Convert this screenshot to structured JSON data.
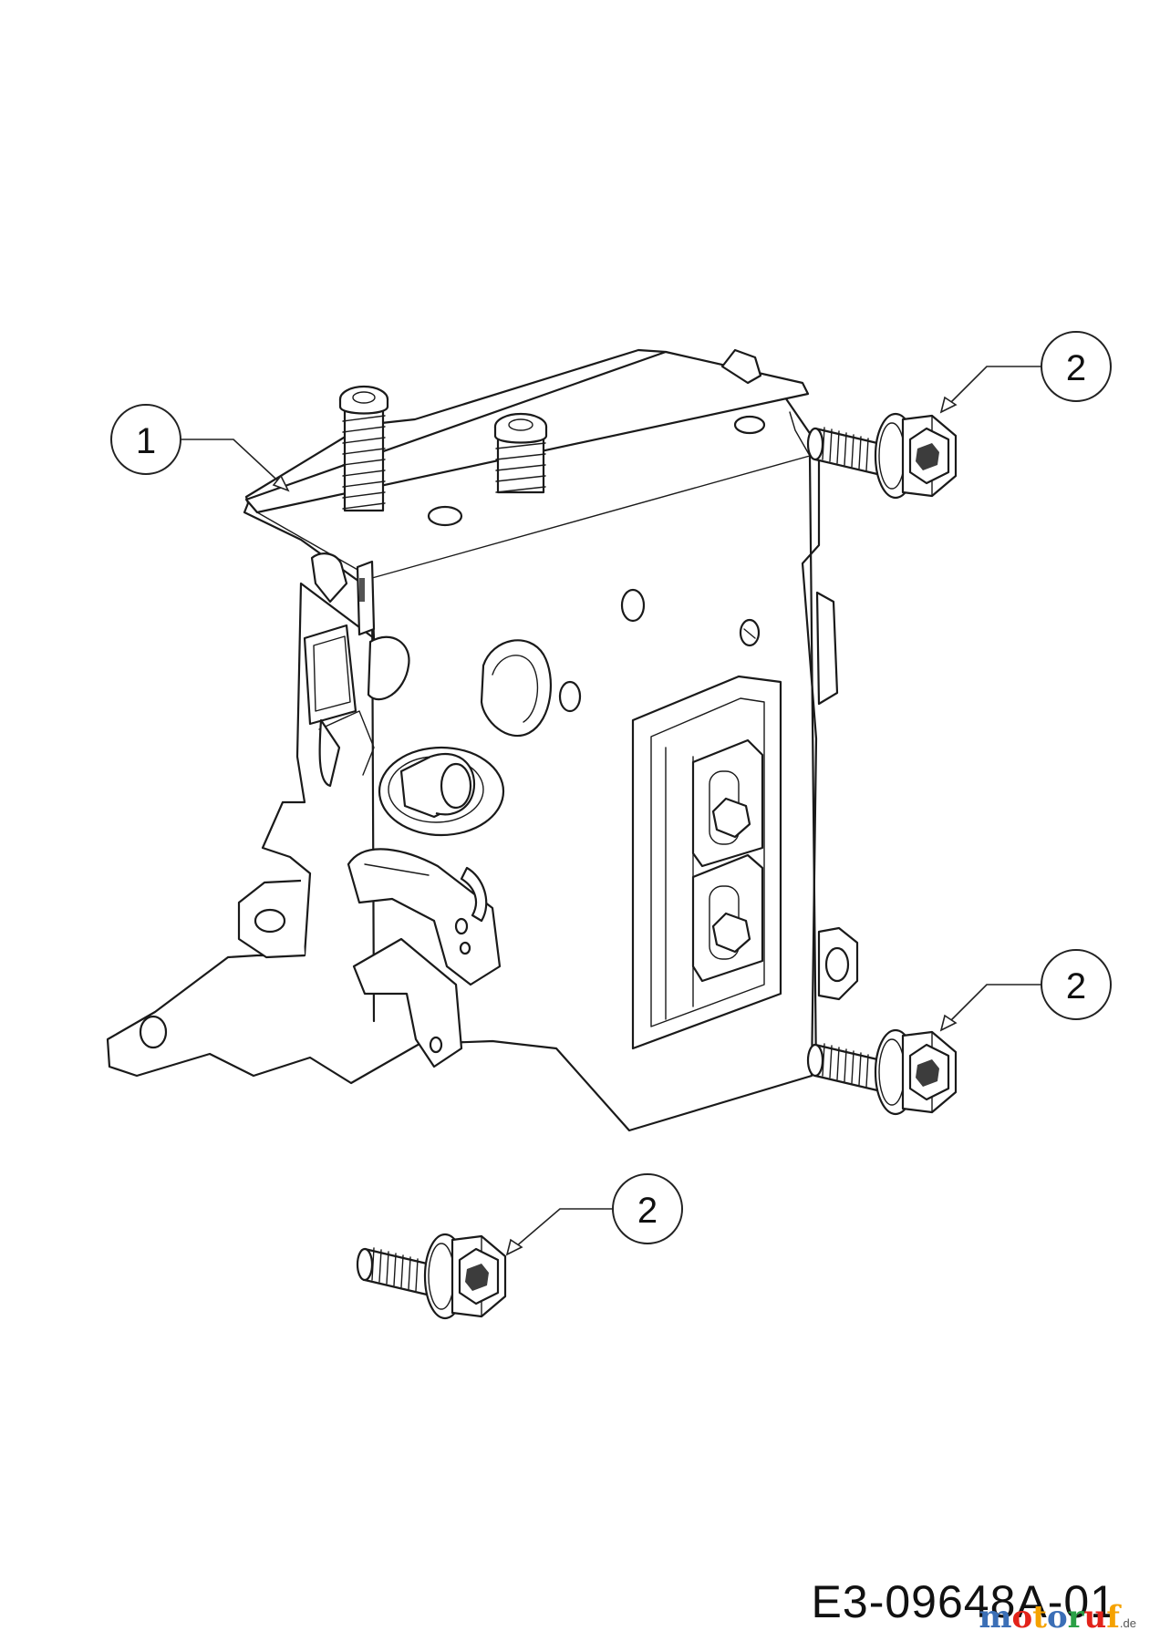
{
  "callouts": [
    {
      "id": "1",
      "label": "1"
    },
    {
      "id": "2a",
      "label": "2"
    },
    {
      "id": "2b",
      "label": "2"
    },
    {
      "id": "2c",
      "label": "2"
    }
  ],
  "drawing_code": "E3-09648A-01",
  "watermark": {
    "text": "motoruf",
    "tld": ".de",
    "letter_colors": [
      "#3b6fb6",
      "#e2231a",
      "#f5a200",
      "#3b6fb6",
      "#2aa046",
      "#e2231a",
      "#f5a200"
    ]
  },
  "parts": [
    {
      "number": "1",
      "name": "bracket-icon"
    },
    {
      "number": "2",
      "name": "flange-bolt-icon"
    }
  ]
}
